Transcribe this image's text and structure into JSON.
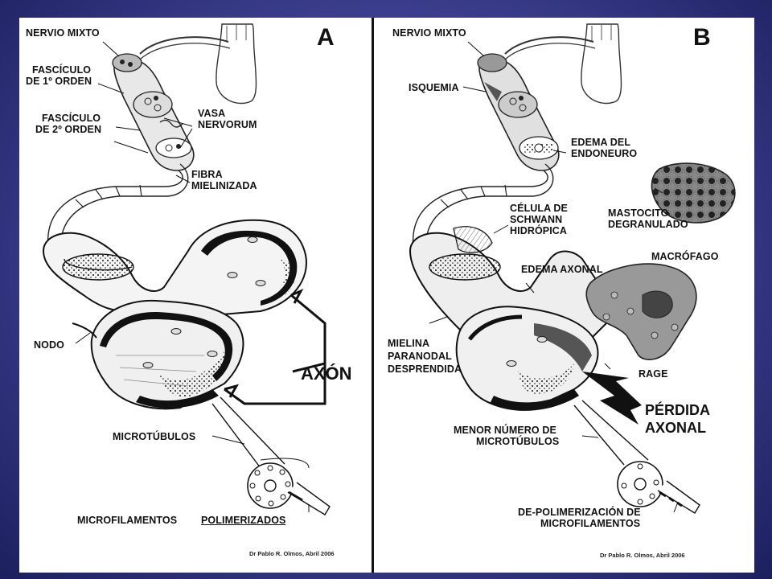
{
  "panel_a": {
    "letter": "A",
    "labels": {
      "nervio_mixto": "NERVIO MIXTO",
      "fasciculo_1_l1": "FASCÍCULO",
      "fasciculo_1_l2": "DE 1º ORDEN",
      "fasciculo_2_l1": "FASCÍCULO",
      "fasciculo_2_l2": "DE 2º ORDEN",
      "vasa_l1": "VASA",
      "vasa_l2": "NERVORUM",
      "fibra_l1": "FIBRA",
      "fibra_l2": "MIELINIZADA",
      "nodo": "NODO",
      "axon": "AXÓN",
      "microtubulos": "MICROTÚBULOS",
      "microfilamentos": "MICROFILAMENTOS",
      "polimerizados": "POLIMERIZADOS"
    },
    "credit": "Dr Pablo R. Olmos, Abril 2006"
  },
  "panel_b": {
    "letter": "B",
    "labels": {
      "nervio_mixto": "NERVIO MIXTO",
      "isquemia": "ISQUEMIA",
      "edema_endo_l1": "EDEMA DEL",
      "edema_endo_l2": "ENDONEURO",
      "mastocito_l1": "MASTOCITO",
      "mastocito_l2": "DEGRANULADO",
      "schwann_l1": "CÉLULA DE",
      "schwann_l2": "SCHWANN",
      "schwann_l3": "HIDRÓPICA",
      "macrofago": "MACRÓFAGO",
      "edema_axonal": "EDEMA AXONAL",
      "mielina_l1": "MIELINA",
      "mielina_l2": "PARANODAL",
      "mielina_l3": "DESPRENDIDA",
      "rage": "RAGE",
      "perdida_l1": "PÉRDIDA",
      "perdida_l2": "AXONAL",
      "menor_l1": "MENOR NÚMERO DE",
      "menor_l2": "MICROTÚBULOS",
      "depol_l1": "DE-POLIMERIZACIÓN DE",
      "depol_l2": "MICROFILAMENTOS"
    },
    "credit": "Dr Pablo R. Olmos, Abril 2006"
  }
}
